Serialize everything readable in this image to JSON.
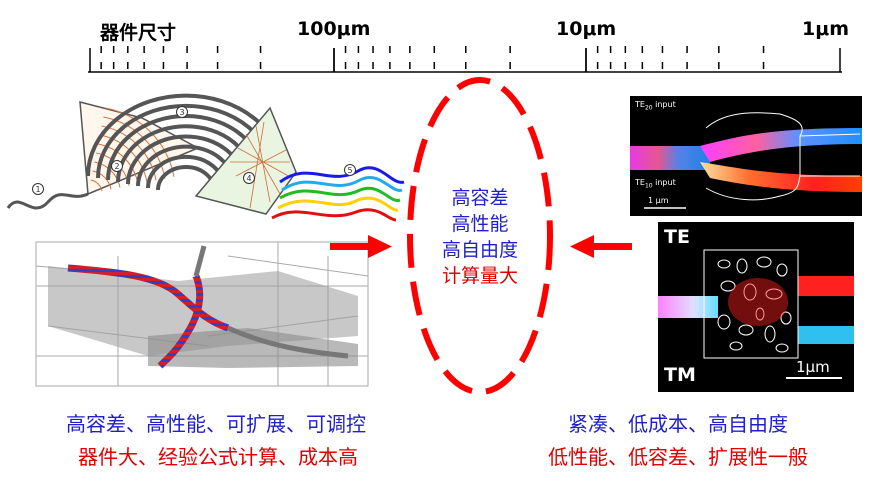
{
  "scale": {
    "label": "器件尺寸",
    "ticks": [
      "100μm",
      "10μm",
      "1μm"
    ]
  },
  "left_diagram": {
    "markers": [
      "1",
      "2",
      "3",
      "4",
      "5"
    ]
  },
  "center": {
    "lines": [
      "高容差",
      "高性能",
      "高自由度",
      "计算量大"
    ]
  },
  "right_panels": {
    "top": {
      "input1": "TE",
      "input1_sub": "20",
      "input1_suffix": " input",
      "input2": "TE",
      "input2_sub": "10",
      "input2_suffix": " input",
      "scalebar": "1 μm"
    },
    "bottom": {
      "label_top": "TE",
      "label_bottom": "TM",
      "scalebar": "1μm"
    }
  },
  "captions": {
    "left_line1": "高容差、高性能、可扩展、可调控",
    "left_line2": "器件大、经验公式计算、成本高",
    "right_line1": "紧凑、低成本、高自由度",
    "right_line2": "低性能、低容差、扩展性一般"
  },
  "colors": {
    "blue": "#1f1fcc",
    "red": "#e00000",
    "dark_blue": "#1a1aa8"
  }
}
